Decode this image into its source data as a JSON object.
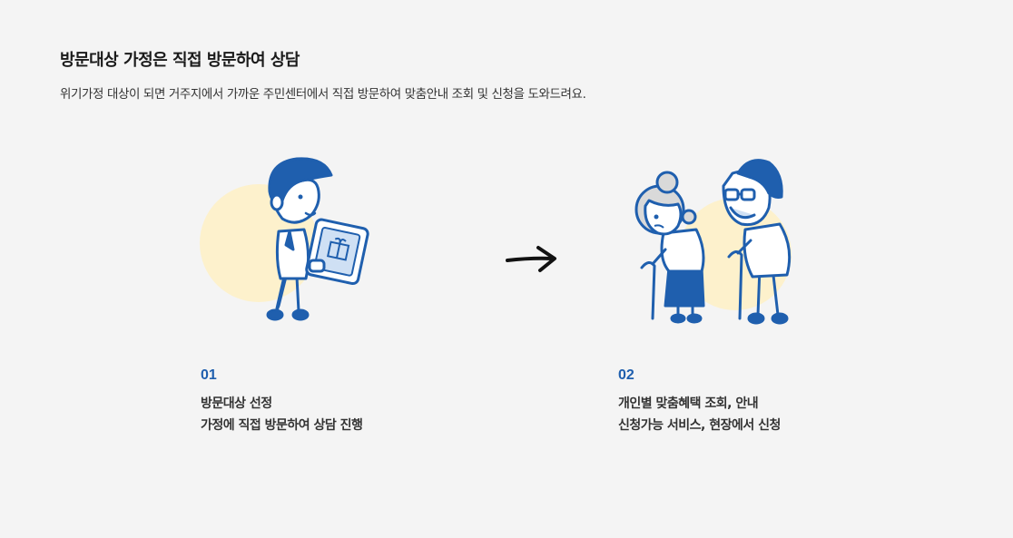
{
  "header": {
    "title": "방문대상 가정은 직접 방문하여 상담",
    "description": "위기가정 대상이 되면 거주지에서 가까운 주민센터에서 직접 방문하여 맞춤안내 조회 및 신청을 도와드려요."
  },
  "steps": [
    {
      "number": "01",
      "lines": [
        "방문대상 선정",
        "가정에 직접 방문하여 상담 진행"
      ],
      "illustration": "official-with-tablet-illustration"
    },
    {
      "number": "02",
      "lines": [
        "개인별 맞춤혜택 조회, 안내",
        "신청가능 서비스, 현장에서 신청"
      ],
      "illustration": "elderly-couple-illustration"
    }
  ],
  "arrow_icon": "arrow-right-icon",
  "colors": {
    "primary_blue": "#1f5fae",
    "accent_yellow": "#fdf1cc",
    "background": "#f4f4f4"
  }
}
